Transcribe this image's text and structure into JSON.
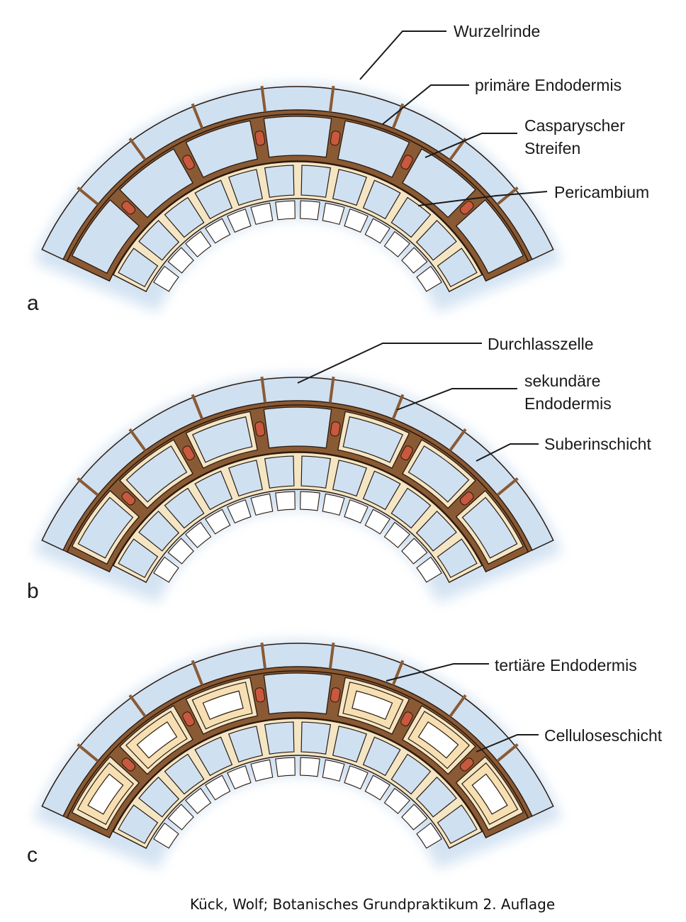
{
  "panels": [
    {
      "letter": "a",
      "stage": "primary",
      "labels": {
        "wurzelrinde": "Wurzelrinde",
        "primaere_endodermis": "primäre Endodermis",
        "casparyscher_1": "Casparyscher",
        "casparyscher_2": "Streifen",
        "pericambium": "Pericambium"
      }
    },
    {
      "letter": "b",
      "stage": "secondary",
      "labels": {
        "durchlasszelle": "Durchlasszelle",
        "sekundaere_1": "sekundäre",
        "sekundaere_2": "Endodermis",
        "suberinschicht": "Suberinschicht"
      }
    },
    {
      "letter": "c",
      "stage": "tertiary",
      "labels": {
        "tertiaere_endodermis": "tertiäre Endodermis",
        "celluloseschicht": "Celluloseschicht"
      }
    }
  ],
  "caption": "Kück, Wolf; Botanisches Grundpraktikum 2. Auflage",
  "colors": {
    "background": "#ffffff",
    "cortex_blue": "#cfe0f1",
    "wall_brown": "#8a5a34",
    "wall_light": "#f4e6c4",
    "casparian_red": "#c8583e",
    "cellulose_cream": "#f6dfb2",
    "outline": "#2b1a0e"
  }
}
